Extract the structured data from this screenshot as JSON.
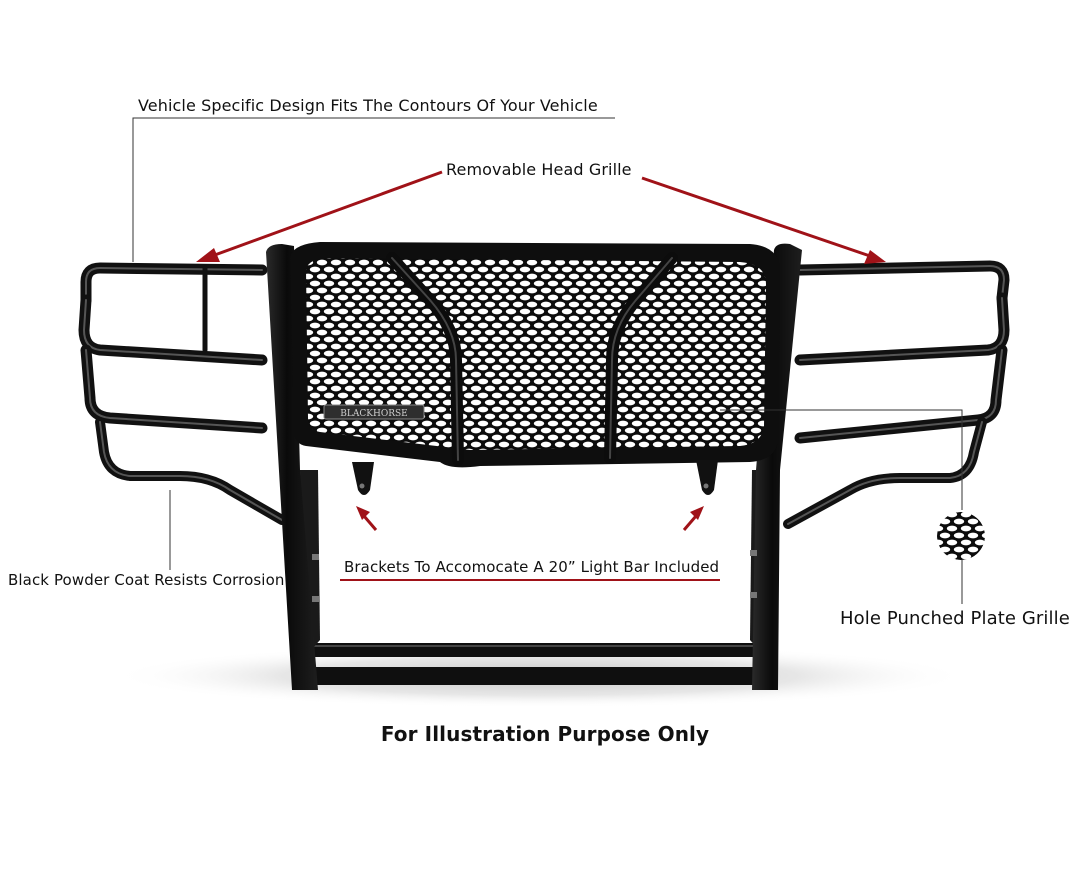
{
  "colors": {
    "callout_arrow": "#a01218",
    "leader_line": "#333333",
    "frame": "#111111",
    "shadow": "#d9d9d9"
  },
  "callouts": {
    "vehicle_specific": "Vehicle Specific Design Fits The Contours Of Your Vehicle",
    "removable_grille": "Removable Head Grille",
    "powder_coat": "Black Powder Coat Resists Corrosion",
    "brackets": "Brackets To Accomocate A 20” Light Bar Included",
    "plate_grille": "Hole Punched Plate Grille"
  },
  "footer": "For Illustration Purpose Only",
  "product": {
    "type": "grille-guard",
    "badge_text": "BLACKHORSE"
  }
}
